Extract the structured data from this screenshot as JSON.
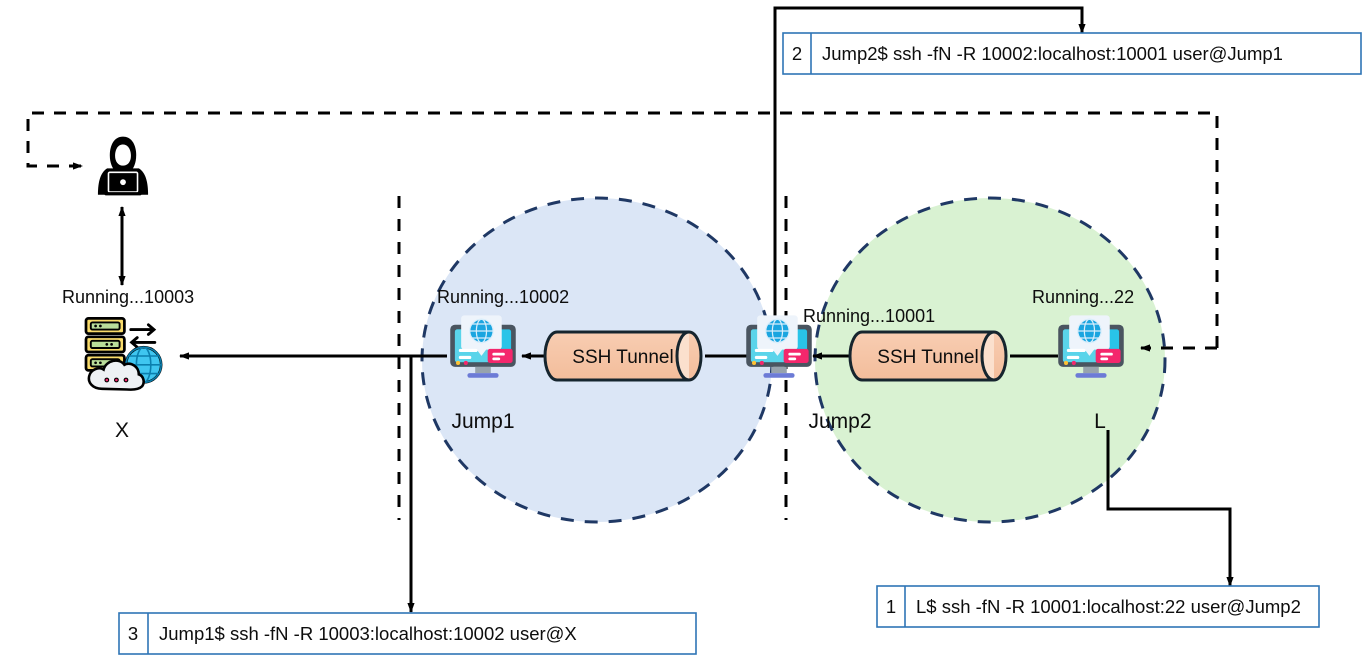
{
  "diagram": {
    "title": "SSH reverse tunnel chain diagram",
    "colors": {
      "zone_jump1_fill": "#dbe6f6",
      "zone_jump2_fill": "#d9f2d2",
      "zone_stroke": "#1f3864",
      "tunnel_fill": "#f6c6a8",
      "tunnel_stroke": "#16252e",
      "line": "#000000",
      "callout_border": "#2e75b6",
      "text": "#0d0d0d"
    },
    "zones": [
      {
        "name": "jump1-zone",
        "label": "Jump1"
      },
      {
        "name": "jump2-zone",
        "label": "Jump2"
      }
    ],
    "nodes": [
      {
        "id": "attacker",
        "label": "",
        "icon": "hacker-laptop-icon"
      },
      {
        "id": "x-server",
        "label": "X",
        "icon": "server-cloud-icon",
        "port_label": "Running...10003"
      },
      {
        "id": "jump1",
        "label": "Jump1",
        "icon": "monitor-globe-icon",
        "port_label": "Running...10002"
      },
      {
        "id": "jump2",
        "label": "Jump2",
        "icon": "monitor-globe-icon",
        "port_label": "Running...10001"
      },
      {
        "id": "l-host",
        "label": "L",
        "icon": "monitor-globe-icon",
        "port_label": "Running...22"
      }
    ],
    "tunnels": [
      {
        "id": "tunnel-jump1-jump2",
        "label": "SSH Tunnel"
      },
      {
        "id": "tunnel-jump2-l",
        "label": "SSH Tunnel"
      }
    ],
    "callouts": [
      {
        "number": "1",
        "command": "L$ ssh -fN -R 10001:localhost:22 user@Jump2"
      },
      {
        "number": "2",
        "command": "Jump2$ ssh -fN -R 10002:localhost:10001 user@Jump1"
      },
      {
        "number": "3",
        "command": "Jump1$ ssh -fN -R 10003:localhost:10002 user@X"
      }
    ]
  }
}
